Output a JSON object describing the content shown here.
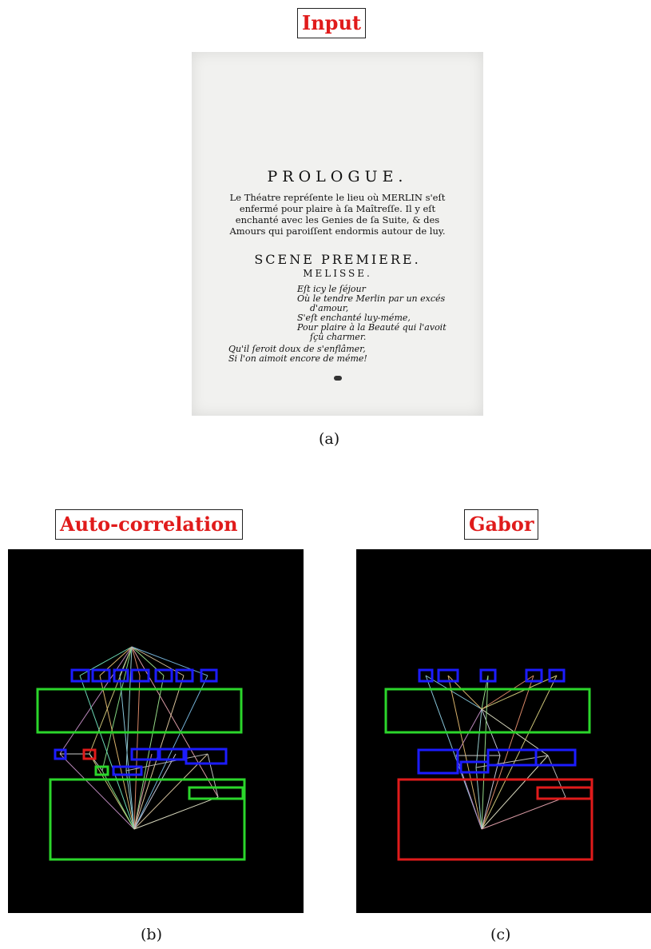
{
  "figure": {
    "input_label": "Input",
    "auto_label": "Auto-correlation",
    "gabor_label": "Gabor",
    "caption_a": "(a)",
    "caption_b": "(b)",
    "caption_c": "(c)"
  },
  "scan_text": {
    "title": "PROLOGUE.",
    "desc_1": "Le Théatre repréſente le lieu où MERLIN s'eſt",
    "desc_2": "enfermé pour plaire à ſa Maîtreſſe. Il y eſt",
    "desc_3": "enchanté avec les Genies de ſa Suite, & des",
    "desc_4": "Amours qui paroiſſent endormis autour de luy.",
    "scene": "SCENE PREMIERE.",
    "speaker": "MELISSE.",
    "verse_1": "Eſt icy le ſéjour",
    "verse_2": "Où le tendre Merlin par un excés",
    "verse_3": "d'amour,",
    "verse_4": "S'eſt enchanté luy-méme,",
    "verse_5": "Pour plaire à la Beauté qui l'avoit",
    "verse_6": "ſçû charmer.",
    "verse_7": "Qu'il ſeroit doux de s'enflâmer,",
    "verse_8": "Si l'on aimoit encore de méme!"
  },
  "colors": {
    "red": "#e01b1b",
    "green": "#2bd62b",
    "blue": "#1c1cff",
    "panel_bg": "#000000"
  }
}
